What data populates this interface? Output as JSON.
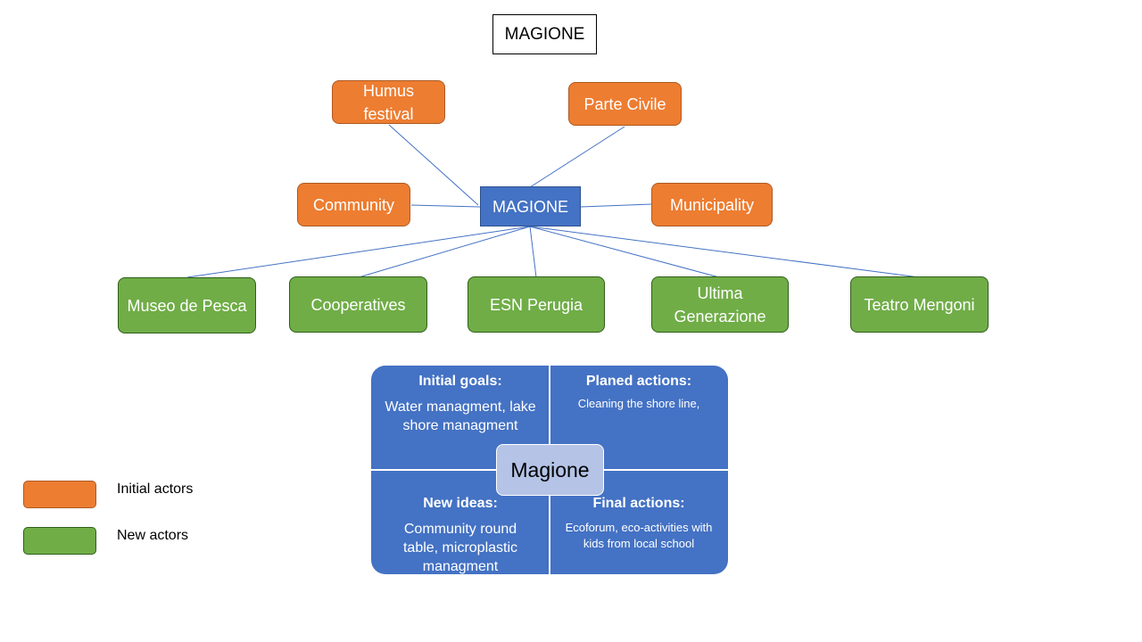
{
  "title": "MAGIONE",
  "center_node": {
    "label": "MAGIONE"
  },
  "initial_actors": [
    "Humus festival",
    "Parte Civile",
    "Community",
    "Municipality"
  ],
  "new_actors": [
    "Museo de Pesca",
    "Cooperatives",
    "ESN Perugia",
    "Ultima Generazione",
    "Teatro Mengoni"
  ],
  "matrix": {
    "hub": "Magione",
    "initial_goals": {
      "heading": "Initial goals:",
      "text": "Water managment, lake shore managment"
    },
    "planned_actions": {
      "heading": "Planed actions:",
      "text": "Cleaning the shore line,"
    },
    "new_ideas": {
      "heading": "New ideas:",
      "text": "Community round table, microplastic managment"
    },
    "final_actions": {
      "heading": "Final actions:",
      "text": "Ecoforum, eco-activities with kids from local school"
    }
  },
  "legend": [
    {
      "label": "Initial actors",
      "color": "#ED7D31"
    },
    {
      "label": "New actors",
      "color": "#70AD47"
    }
  ],
  "colors": {
    "initial": "#ED7D31",
    "new": "#70AD47",
    "center": "#4472C4",
    "connector": "#4472C4"
  }
}
